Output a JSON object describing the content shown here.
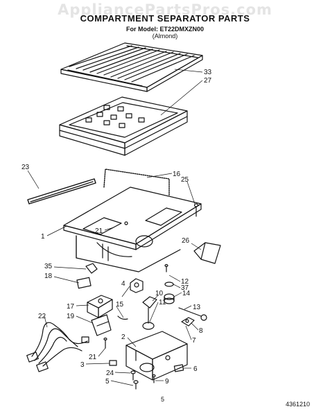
{
  "watermark": "AppliancePartsPros.com",
  "header": {
    "title": "COMPARTMENT SEPARATOR PARTS",
    "model_line": "For Model: ET22DMXZN00",
    "color_line": "(Almond)"
  },
  "callouts": [
    {
      "id": "33",
      "label": "33"
    },
    {
      "id": "27",
      "label": "27"
    },
    {
      "id": "23",
      "label": "23"
    },
    {
      "id": "16",
      "label": "16"
    },
    {
      "id": "25",
      "label": "25"
    },
    {
      "id": "1",
      "label": "1"
    },
    {
      "id": "21a",
      "label": "21"
    },
    {
      "id": "26",
      "label": "26"
    },
    {
      "id": "35",
      "label": "35"
    },
    {
      "id": "18",
      "label": "18"
    },
    {
      "id": "12",
      "label": "12"
    },
    {
      "id": "37",
      "label": "37"
    },
    {
      "id": "4",
      "label": "4"
    },
    {
      "id": "14",
      "label": "14"
    },
    {
      "id": "15",
      "label": "15"
    },
    {
      "id": "10",
      "label": "10"
    },
    {
      "id": "11",
      "label": "11"
    },
    {
      "id": "13",
      "label": "13"
    },
    {
      "id": "17",
      "label": "17"
    },
    {
      "id": "19",
      "label": "19"
    },
    {
      "id": "22",
      "label": "22"
    },
    {
      "id": "8",
      "label": "8"
    },
    {
      "id": "7",
      "label": "7"
    },
    {
      "id": "2",
      "label": "2"
    },
    {
      "id": "21b",
      "label": "21"
    },
    {
      "id": "3",
      "label": "3"
    },
    {
      "id": "6",
      "label": "6"
    },
    {
      "id": "24",
      "label": "24"
    },
    {
      "id": "9",
      "label": "9"
    },
    {
      "id": "5",
      "label": "5"
    }
  ],
  "footer": {
    "page_number": "5",
    "doc_number": "4361210"
  }
}
